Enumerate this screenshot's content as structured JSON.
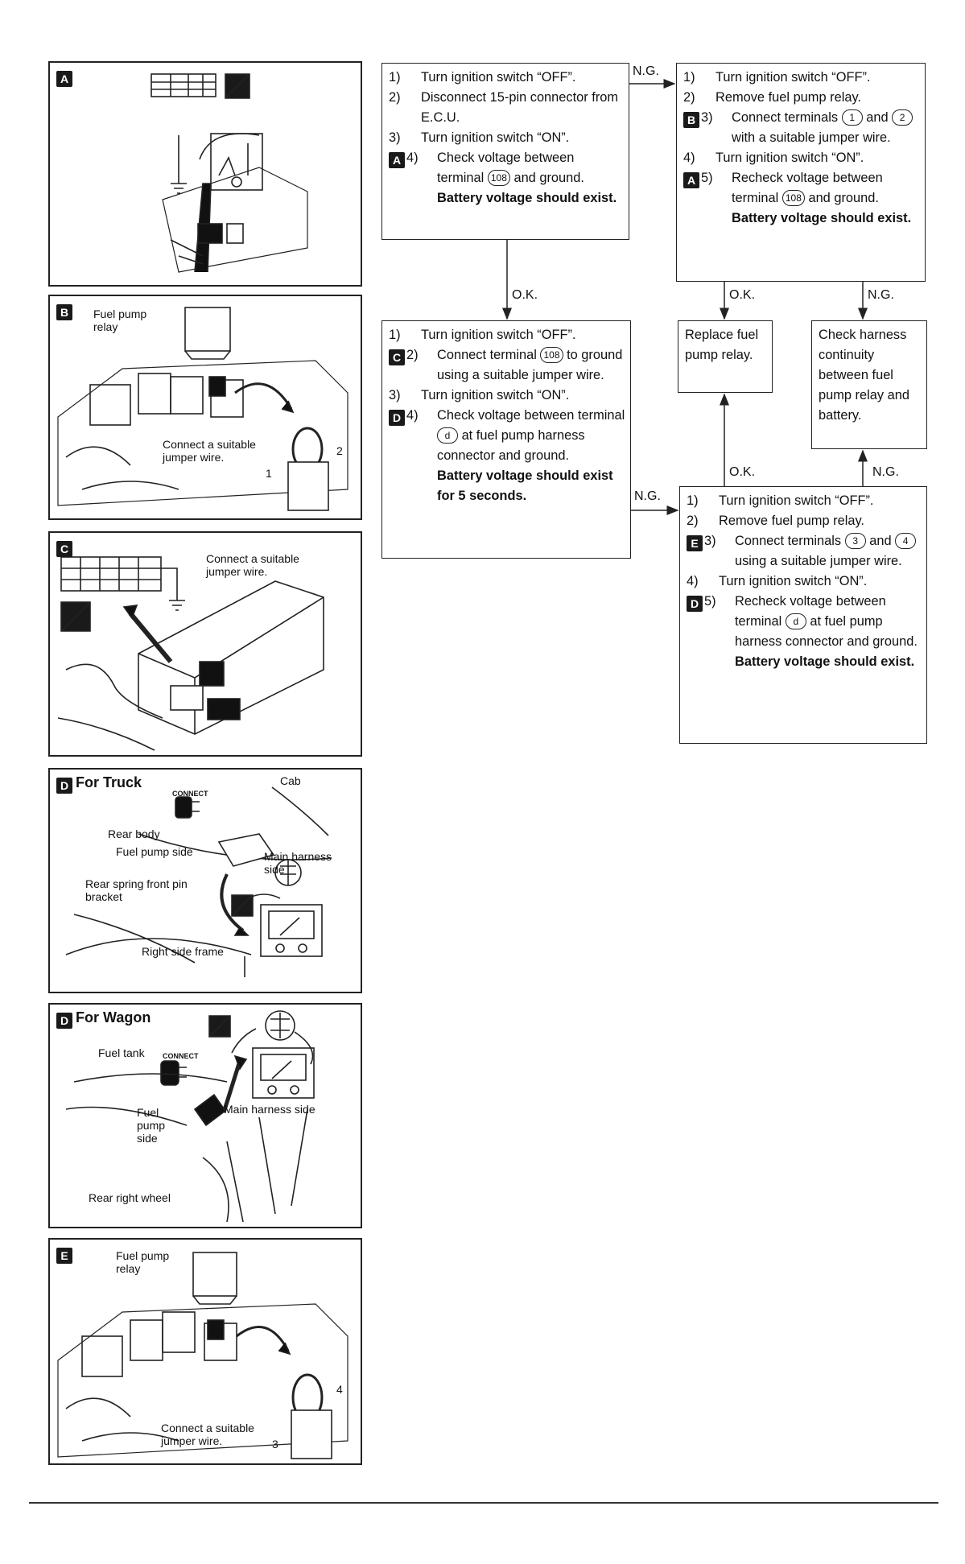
{
  "panels": {
    "A": {
      "badge": "A"
    },
    "B": {
      "badge": "B",
      "label_relay": "Fuel pump relay",
      "label_jumper": "Connect a suitable jumper wire.",
      "t1": "1",
      "t2": "2"
    },
    "C": {
      "badge": "C",
      "label_jumper": "Connect a suitable jumper wire."
    },
    "D1": {
      "badge": "D",
      "title": "For Truck",
      "label_cab": "Cab",
      "label_rear_body": "Rear body",
      "label_pump_side": "Fuel pump side",
      "label_main": "Main harness side",
      "label_spring": "Rear spring front pin bracket",
      "label_frame": "Right side frame",
      "label_connect": "CONNECT"
    },
    "D2": {
      "badge": "D",
      "title": "For Wagon",
      "label_tank": "Fuel tank",
      "label_pump_side": "Fuel pump side",
      "label_main": "Main harness side",
      "label_wheel": "Rear right wheel",
      "label_connect": "CONNECT"
    },
    "E": {
      "badge": "E",
      "label_relay": "Fuel pump relay",
      "label_jumper": "Connect a suitable jumper wire.",
      "t3": "3",
      "t4": "4"
    }
  },
  "flow": {
    "box1": {
      "s1": {
        "n": "1)",
        "t": "Turn ignition switch “OFF”."
      },
      "s2": {
        "n": "2)",
        "t": "Disconnect 15-pin connector from E.C.U."
      },
      "s3": {
        "n": "3)",
        "t": "Turn ignition switch “ON”."
      },
      "s4": {
        "b": "A",
        "n": "4)",
        "pre": "Check voltage between terminal",
        "term": "108",
        "post": "and ground."
      },
      "note": "Battery voltage should exist."
    },
    "box2": {
      "s1": {
        "n": "1)",
        "t": "Turn ignition switch “OFF”."
      },
      "s2": {
        "n": "2)",
        "t": "Remove fuel pump relay."
      },
      "s3": {
        "b": "B",
        "n": "3)",
        "pre": "Connect terminals",
        "t1": "1",
        "mid": "and",
        "t2": "2",
        "post": "with a suitable jumper wire."
      },
      "s4": {
        "n": "4)",
        "t": "Turn ignition switch “ON”."
      },
      "s5": {
        "b": "A",
        "n": "5)",
        "pre": "Recheck voltage between terminal",
        "term": "108",
        "post": "and ground."
      },
      "note": "Battery voltage should exist."
    },
    "box3": {
      "s1": {
        "n": "1)",
        "t": "Turn ignition switch “OFF”."
      },
      "s2": {
        "b": "C",
        "n": "2)",
        "pre": "Connect terminal",
        "term": "108",
        "post": "to ground using a suitable jumper wire."
      },
      "s3": {
        "n": "3)",
        "t": "Turn ignition switch “ON”."
      },
      "s4": {
        "b": "D",
        "n": "4)",
        "pre": "Check voltage between terminal",
        "term": "d",
        "post": "at fuel pump harness connector and ground."
      },
      "note": "Battery voltage should exist for 5 seconds."
    },
    "box4": {
      "t": "Replace fuel pump relay."
    },
    "box5": {
      "t": "Check harness continuity between fuel pump relay and battery."
    },
    "box6": {
      "s1": {
        "n": "1)",
        "t": "Turn ignition switch “OFF”."
      },
      "s2": {
        "n": "2)",
        "t": "Remove fuel pump relay."
      },
      "s3": {
        "b": "E",
        "n": "3)",
        "pre": "Connect terminals",
        "t1": "3",
        "mid": "and",
        "t2": "4",
        "post": "using a suitable jumper wire."
      },
      "s4": {
        "n": "4)",
        "t": "Turn ignition switch “ON”."
      },
      "s5": {
        "b": "D",
        "n": "5)",
        "pre": "Recheck voltage between terminal",
        "term": "d",
        "post": "at fuel pump harness connector and ground."
      },
      "note": "Battery voltage should exist."
    },
    "labels": {
      "ng1": "N.G.",
      "ok1": "O.K.",
      "ok2": "O.K.",
      "ng2": "N.G.",
      "ng3": "N.G.",
      "ok3": "O.K.",
      "ng4": "N.G."
    }
  }
}
